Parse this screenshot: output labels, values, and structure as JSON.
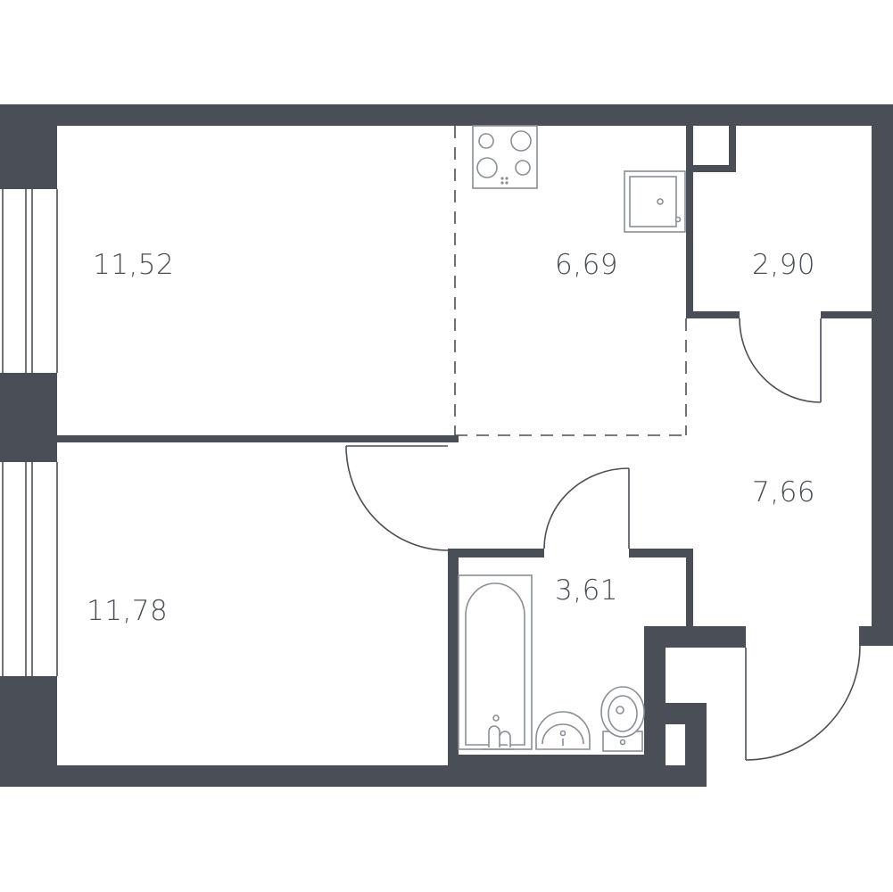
{
  "plan": {
    "colors": {
      "wall": "#4a4e57",
      "fixture": "#8a8e96"
    },
    "rooms": {
      "living_room": {
        "area": "11,52"
      },
      "kitchen": {
        "area": "6,69"
      },
      "storage": {
        "area": "2,90"
      },
      "hallway": {
        "area": "7,66"
      },
      "bedroom": {
        "area": "11,78"
      },
      "bathroom": {
        "area": "3,61"
      }
    }
  }
}
